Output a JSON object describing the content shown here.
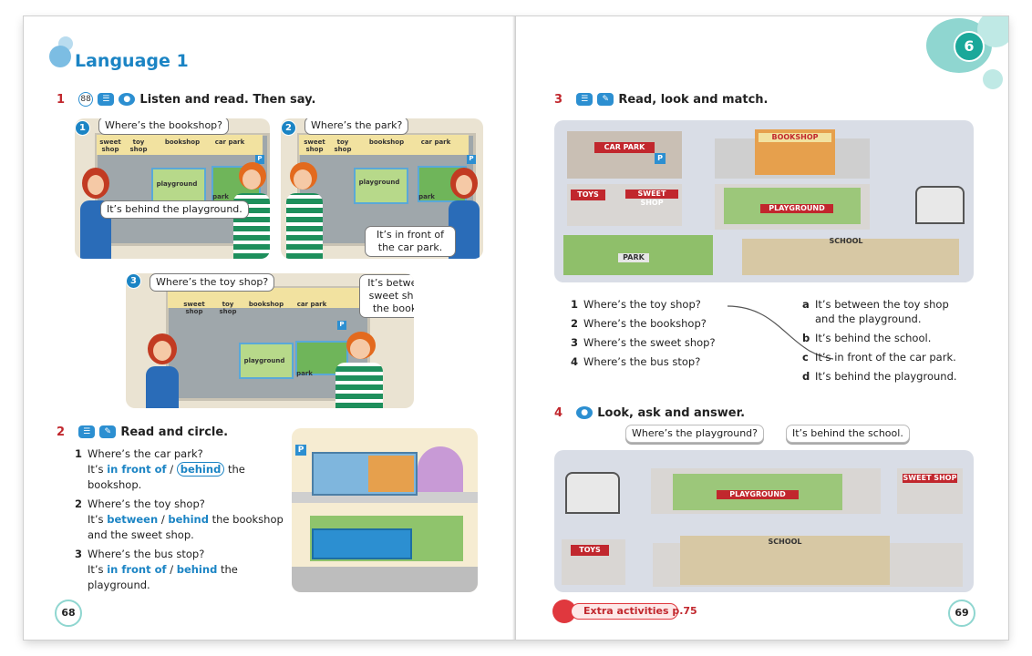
{
  "left": {
    "title": "Language 1",
    "page_number": "68",
    "ex1": {
      "number": "1",
      "audio_track": "88",
      "instruction": "Listen and read. Then say.",
      "scenes": [
        {
          "num": "1",
          "q": "Where’s the bookshop?",
          "a": "It’s behind the playground.",
          "signs": [
            "sweet shop",
            "toy shop",
            "bookshop",
            "car park",
            "playground",
            "park",
            "P"
          ]
        },
        {
          "num": "2",
          "q": "Where’s the park?",
          "a": "It’s in front of the car park.",
          "signs": [
            "sweet shop",
            "toy shop",
            "bookshop",
            "car park",
            "playground",
            "park",
            "P"
          ]
        },
        {
          "num": "3",
          "q": "Where’s the toy shop?",
          "a": "It’s between the sweet shop and the bookshop.",
          "signs": [
            "sweet shop",
            "toy shop",
            "bookshop",
            "car park",
            "playground",
            "park",
            "P"
          ]
        }
      ]
    },
    "ex2": {
      "number": "2",
      "instruction": "Read and circle.",
      "items": [
        {
          "n": "1",
          "q": "Where’s the car park?",
          "pre": "It’s",
          "opt1": "in front of",
          "sep": "/",
          "opt2": "behind",
          "post": "the bookshop."
        },
        {
          "n": "2",
          "q": "Where’s the toy shop?",
          "pre": "It’s",
          "opt1": "between",
          "sep": "/",
          "opt2": "behind",
          "post": "the bookshop",
          "post2": "and the sweet shop."
        },
        {
          "n": "3",
          "q": "Where’s the bus stop?",
          "pre": "It’s",
          "opt1": "in front of",
          "sep": "/",
          "opt2": "behind",
          "post": "the playground."
        }
      ],
      "picture_sign": "P"
    }
  },
  "right": {
    "unit_number": "6",
    "page_number": "69",
    "ex3": {
      "number": "3",
      "instruction": "Read, look and match.",
      "signs": {
        "car_park": "CAR PARK",
        "bookshop": "BOOKSHOP",
        "toys": "TOYS",
        "sweet_shop": "SWEET SHOP",
        "playground": "PLAYGROUND",
        "park": "PARK",
        "school": "SCHOOL",
        "p": "P"
      },
      "questions": [
        {
          "n": "1",
          "text": "Where’s the toy shop?"
        },
        {
          "n": "2",
          "text": "Where’s the bookshop?"
        },
        {
          "n": "3",
          "text": "Where’s the sweet shop?"
        },
        {
          "n": "4",
          "text": "Where’s the bus stop?"
        }
      ],
      "answers": [
        {
          "l": "a",
          "text": "It’s between the toy shop",
          "text2": "and the playground."
        },
        {
          "l": "b",
          "text": "It’s behind the school."
        },
        {
          "l": "c",
          "text": "It’s in front of the car park."
        },
        {
          "l": "d",
          "text": "It’s behind the playground."
        }
      ]
    },
    "ex4": {
      "number": "4",
      "instruction": "Look, ask and answer.",
      "bubble_q": "Where’s the playground?",
      "bubble_a": "It’s behind the school.",
      "signs": {
        "sweet_shop": "SWEET SHOP",
        "playground": "PLAYGROUND",
        "toys": "TOYS",
        "school": "SCHOOL"
      }
    },
    "extra": "Extra activities p.75"
  },
  "colors": {
    "accent_blue": "#1b84c4",
    "number_red": "#c1272d",
    "teal": "#8fd6d0",
    "pill_red": "#e0383e"
  }
}
